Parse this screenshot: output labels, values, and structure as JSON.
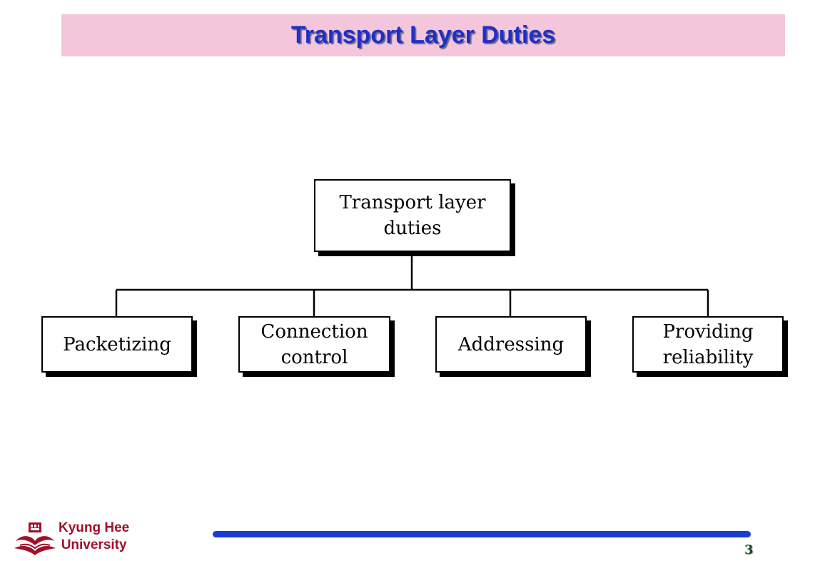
{
  "slide": {
    "title": "Transport Layer Duties",
    "page_number": "3"
  },
  "diagram": {
    "root": {
      "label": "Transport layer\nduties"
    },
    "children": [
      {
        "label": "Packetizing"
      },
      {
        "label": "Connection\ncontrol"
      },
      {
        "label": "Addressing"
      },
      {
        "label": "Providing\nreliability"
      }
    ]
  },
  "footer": {
    "logo_text": "Kyung Hee\nUniversity",
    "logo_icon": "university-seal-icon",
    "bar_color": "#1a3bd6"
  },
  "colors": {
    "title_band": "#f3c6dc",
    "title_text": "#1f2fc8",
    "logo_text": "#a0102a"
  }
}
